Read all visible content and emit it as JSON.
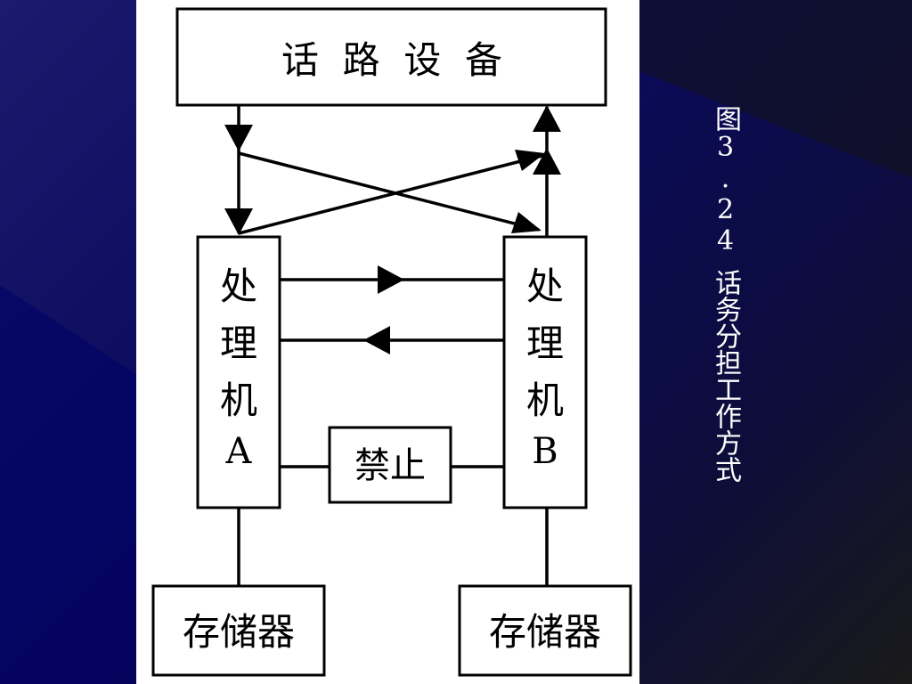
{
  "diagram": {
    "top_box": "话  路  设  备",
    "processor_a": [
      "处",
      "理",
      "机",
      "A"
    ],
    "processor_b": [
      "处",
      "理",
      "机",
      "B"
    ],
    "inhibit": "禁止",
    "storage_a": "存储器",
    "storage_b": "存储器"
  },
  "caption": {
    "figure": "图3.24",
    "title": "话务分担工作方式"
  },
  "colors": {
    "background": "#0a0a5c",
    "panel": "#ffffff",
    "line": "#000000",
    "caption_text": "#ffffff"
  }
}
